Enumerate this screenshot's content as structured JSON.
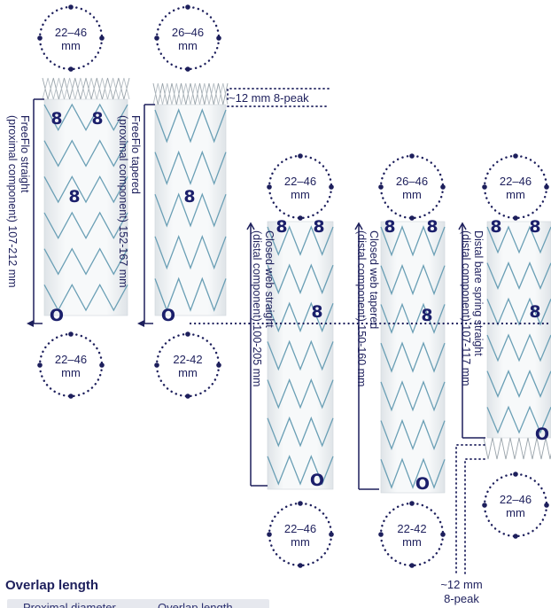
{
  "colors": {
    "navy": "#1d1f5c",
    "stent_wire": "#6a9fb5",
    "stent_fabric": "#eef1f3",
    "table_header_bg": "#e6e8ee"
  },
  "components": [
    {
      "id": "freeflo-straight",
      "label": "FreeFlo straight",
      "sublabel": "(proximal component) 107-212 mm",
      "top_diameter": [
        "22–46",
        "mm"
      ],
      "bottom_diameter": [
        "22–46",
        "mm"
      ],
      "markers_top": [
        "8",
        "8"
      ],
      "marker_mid": "8",
      "marker_bottom": "O"
    },
    {
      "id": "freeflo-tapered",
      "label": "FreeFlo tapered",
      "sublabel": "(proximal component) 152-167 mm",
      "top_diameter": [
        "26–46",
        "mm"
      ],
      "bottom_diameter": [
        "22-42",
        "mm"
      ],
      "markers_top": [],
      "marker_mid": "8",
      "marker_bottom": "O"
    },
    {
      "id": "closed-web-straight",
      "label": "Closed web straight",
      "sublabel": "(distal component) 100-205 mm",
      "top_diameter": [
        "22–46",
        "mm"
      ],
      "bottom_diameter": [
        "22–46",
        "mm"
      ],
      "markers_top": [
        "8",
        "8"
      ],
      "marker_mid": "8",
      "marker_bottom": "O"
    },
    {
      "id": "closed-web-tapered",
      "label": "Closed web tapered",
      "sublabel": "(distal component) 150-160 mm",
      "top_diameter": [
        "26–46",
        "mm"
      ],
      "bottom_diameter": [
        "22-42",
        "mm"
      ],
      "markers_top": [
        "8",
        "8"
      ],
      "marker_mid": "8",
      "marker_bottom": "O"
    },
    {
      "id": "distal-bare-spring-straight",
      "label": "Distal bare spring straight",
      "sublabel": "(distal component) 107-117 mm",
      "top_diameter": [
        "22–46",
        "mm"
      ],
      "bottom_diameter": [
        "22–46",
        "mm"
      ],
      "markers_top": [
        "8",
        "8"
      ],
      "marker_mid": "8",
      "marker_bottom": "O"
    }
  ],
  "callouts": {
    "top_peak": "~12 mm 8-peak",
    "bottom_peak_line1": "~12 mm",
    "bottom_peak_line2": "8-peak"
  },
  "overlap": {
    "title": "Overlap length",
    "columns": [
      "Proximal diameter",
      "Overlap length"
    ]
  }
}
